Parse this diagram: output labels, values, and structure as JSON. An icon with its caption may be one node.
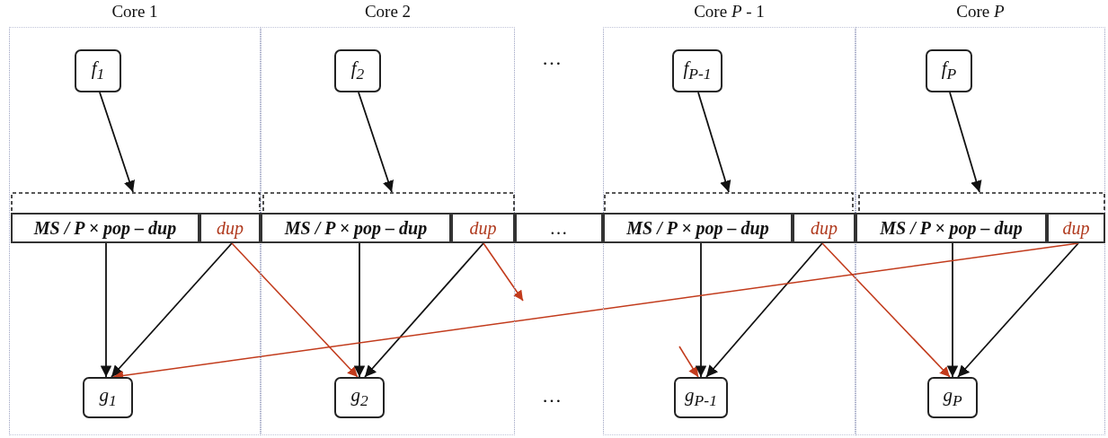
{
  "diagram": {
    "nodes": [
      {
        "text": [
          "Core 1"
        ]
      },
      {
        "text": [
          "f$_{1}$"
        ],
        "in": 0
      },
      {
        "text": [],
        "shape": "bracket",
        "in": 0
      },
      {
        "text": [
          "MS / P × pop – dup"
        ],
        "in": 0
      },
      {
        "text": [
          "dup"
        ],
        "in": 0
      },
      {
        "text": [
          "g$_{1}$"
        ],
        "in": 0
      },
      {
        "text": [
          "Core 2"
        ]
      },
      {
        "text": [
          "f$_{2}$"
        ],
        "in": 6
      },
      {
        "text": [],
        "shape": "bracket",
        "in": 6
      },
      {
        "text": [
          "MS / P × pop – dup"
        ],
        "in": 6
      },
      {
        "text": [
          "dup"
        ],
        "in": 6
      },
      {
        "text": [
          "g$_{2}$"
        ],
        "in": 6
      },
      {
        "text": [
          "…"
        ]
      },
      {
        "text": [
          "Core *P* - 1"
        ]
      },
      {
        "text": [
          "f$_{P-1}$"
        ],
        "in": 13
      },
      {
        "text": [],
        "shape": "bracket",
        "in": 13
      },
      {
        "text": [
          "MS / P × pop – dup"
        ],
        "in": 13
      },
      {
        "text": [
          "dup"
        ],
        "in": 13
      },
      {
        "text": [
          "g$_{P-1}$"
        ],
        "in": 13
      },
      {
        "text": [
          "Core *P*"
        ]
      },
      {
        "text": [
          "f$_{P}$"
        ],
        "in": 19
      },
      {
        "text": [],
        "shape": "bracket",
        "in": 19
      },
      {
        "text": [
          "MS / P × pop – dup"
        ],
        "in": 19
      },
      {
        "text": [
          "dup"
        ],
        "in": 19
      },
      {
        "text": [
          "g$_{P}$"
        ],
        "in": 19
      }
    ],
    "edges": [
      {
        "from": 1,
        "to": 2,
        "arrow": "to"
      },
      {
        "from": 7,
        "to": 8,
        "arrow": "to"
      },
      {
        "from": 14,
        "to": 15,
        "arrow": "to"
      },
      {
        "from": 20,
        "to": 21,
        "arrow": "to"
      },
      {
        "from": 3,
        "to": 5,
        "arrow": "to"
      },
      {
        "from": 4,
        "to": 5,
        "arrow": "to"
      },
      {
        "from": 4,
        "to": 11,
        "arrow": "to",
        "color": "#c23b1c"
      },
      {
        "from": 9,
        "to": 11,
        "arrow": "to"
      },
      {
        "from": 10,
        "to": 11,
        "arrow": "to"
      },
      {
        "from": 10,
        "to": null,
        "arrow": "to",
        "color": "#c23b1c"
      },
      {
        "from": null,
        "to": 18,
        "arrow": "to",
        "color": "#c23b1c"
      },
      {
        "from": 16,
        "to": 18,
        "arrow": "to"
      },
      {
        "from": 17,
        "to": 18,
        "arrow": "to"
      },
      {
        "from": 17,
        "to": 24,
        "arrow": "to",
        "color": "#c23b1c"
      },
      {
        "from": 22,
        "to": 24,
        "arrow": "to"
      },
      {
        "from": 23,
        "to": 24,
        "arrow": "to"
      },
      {
        "from": 23,
        "to": 5,
        "arrow": "to",
        "color": "#c23b1c"
      }
    ],
    "labels": [
      "…",
      "…"
    ]
  }
}
